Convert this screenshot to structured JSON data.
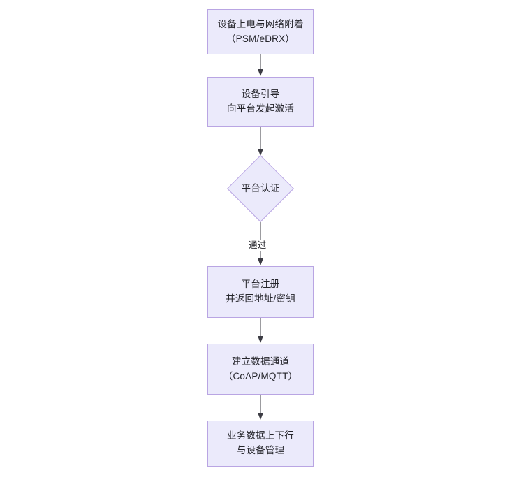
{
  "diagram": {
    "type": "flowchart",
    "orientation": "top-to-bottom",
    "theme": {
      "background": "#ffffff",
      "node_fill": "#ebeafb",
      "node_border": "#b9a5e3",
      "text_color": "#25252b",
      "edge_color": "#4a4a52"
    },
    "nodes": [
      {
        "id": "n1",
        "shape": "rectangle",
        "text": "设备上电与网络附着\n（PSM/eDRX）",
        "line1": "设备上电与网络附着",
        "line2": "（PSM/eDRX）"
      },
      {
        "id": "n2",
        "shape": "rectangle",
        "text": "设备引导\n向平台发起激活",
        "line1": "设备引导",
        "line2": "向平台发起激活"
      },
      {
        "id": "n3",
        "shape": "diamond",
        "text": "平台认证",
        "line1": "平台认证",
        "line2": ""
      },
      {
        "id": "n4",
        "shape": "rectangle",
        "text": "平台注册\n并返回地址/密钥",
        "line1": "平台注册",
        "line2": "并返回地址/密钥"
      },
      {
        "id": "n5",
        "shape": "rectangle",
        "text": "建立数据通道\n（CoAP/MQTT）",
        "line1": "建立数据通道",
        "line2": "（CoAP/MQTT）"
      },
      {
        "id": "n6",
        "shape": "rectangle",
        "text": "业务数据上下行\n与设备管理",
        "line1": "业务数据上下行",
        "line2": "与设备管理"
      }
    ],
    "edges": [
      {
        "id": "e1",
        "from": "n1",
        "to": "n2",
        "label": ""
      },
      {
        "id": "e2",
        "from": "n2",
        "to": "n3",
        "label": ""
      },
      {
        "id": "e3",
        "from": "n3",
        "to": "n4",
        "label": "通过"
      },
      {
        "id": "e4",
        "from": "n4",
        "to": "n5",
        "label": ""
      },
      {
        "id": "e5",
        "from": "n5",
        "to": "n6",
        "label": ""
      }
    ]
  }
}
